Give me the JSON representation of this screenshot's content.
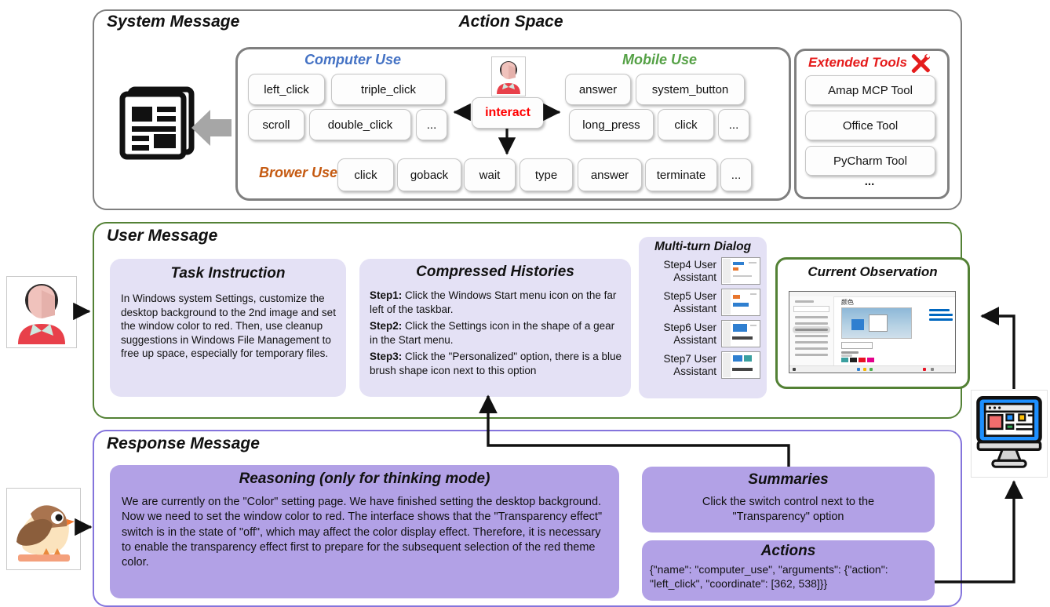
{
  "system_message": {
    "title": "System Message",
    "action_space": {
      "title": "Action Space",
      "computer_use": {
        "label": "Computer Use",
        "row1": [
          "left_click",
          "triple_click"
        ],
        "row2": [
          "scroll",
          "double_click",
          "..."
        ]
      },
      "interact_label": "interact",
      "mobile_use": {
        "label": "Mobile Use",
        "row1": [
          "answer",
          "system_button"
        ],
        "row2": [
          "long_press",
          "click",
          "..."
        ]
      },
      "browser_use": {
        "label": "Brower Use",
        "buttons": [
          "click",
          "goback",
          "wait",
          "type",
          "answer",
          "terminate",
          "..."
        ]
      }
    },
    "extended_tools": {
      "label": "Extended Tools",
      "buttons": [
        "Amap MCP Tool",
        "Office Tool",
        "PyCharm Tool"
      ],
      "more": "..."
    }
  },
  "user_message": {
    "title": "User Message",
    "task_instruction": {
      "title": "Task Instruction",
      "body": "In Windows system Settings, customize the desktop background to the 2nd image and set the window color to red. Then, use cleanup suggestions in Windows File Management to free up space, especially for temporary files."
    },
    "compressed_histories": {
      "title": "Compressed Histories",
      "steps": [
        {
          "label": "Step1:",
          "text": " Click the Windows Start menu icon on the far left of the taskbar."
        },
        {
          "label": "Step2:",
          "text": " Click the Settings icon in the shape of a gear in the Start menu."
        },
        {
          "label": "Step3:",
          "text": " Click the \"Personalized\" option, there is a blue brush shape icon next to this option"
        }
      ]
    },
    "multi_turn_dialog": {
      "title": "Multi-turn Dialog",
      "turns": [
        {
          "line1": "Step4 User",
          "line2": "Assistant"
        },
        {
          "line1": "Step5 User",
          "line2": "Assistant"
        },
        {
          "line1": "Step6 User",
          "line2": "Assistant"
        },
        {
          "line1": "Step7 User",
          "line2": "Assistant"
        }
      ]
    },
    "current_observation": {
      "title": "Current Observation",
      "window_title": "颜色"
    }
  },
  "response_message": {
    "title": "Response Message",
    "reasoning": {
      "title": "Reasoning (only for thinking mode)",
      "body": "We are currently on the \"Color\" setting page. We have finished setting the desktop background. Now we need to set the window color to red. The interface shows that the \"Transparency effect\" switch is in the state of \"off\", which may affect the color display effect. Therefore, it is necessary to enable the transparency effect first to prepare for the subsequent selection of the red theme color."
    },
    "summaries": {
      "title": "Summaries",
      "body": "Click the switch control next to the \"Transparency\" option"
    },
    "actions": {
      "title": "Actions",
      "body": "{\"name\": \"computer_use\", \"arguments\": {\"action\": \"left_click\", \"coordinate\": [362, 538]}}"
    }
  },
  "colors": {
    "computer_use": "#4472C4",
    "mobile_use": "#55A146",
    "browser_use": "#C55A11",
    "extended_tools": "#E51C1C",
    "interact": "#FF0000",
    "user_box_border": "#538135",
    "response_box_border": "#8474DC",
    "light_purple_panel": "#E4E1F5",
    "medium_purple_panel": "#B2A1E6",
    "gray_border": "#7F7F7F"
  }
}
